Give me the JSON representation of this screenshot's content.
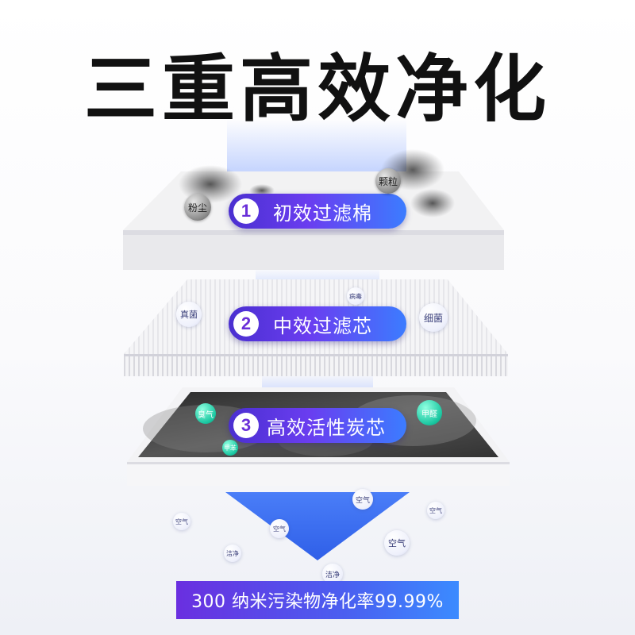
{
  "title": "三重高效净化",
  "layers": [
    {
      "number": "1",
      "label": "初效过滤棉"
    },
    {
      "number": "2",
      "label": "中效过滤芯"
    },
    {
      "number": "3",
      "label": "高效活性炭芯"
    }
  ],
  "particles_layer1": [
    "粉尘",
    "颗粒"
  ],
  "particles_layer2": [
    "真菌",
    "病毒",
    "细菌"
  ],
  "particles_layer3": [
    "臭气",
    "甲醛",
    "甲苯"
  ],
  "clean_air": [
    "空气",
    "空气",
    "空气",
    "空气",
    "空气",
    "洁净",
    "洁净"
  ],
  "banner": "300 纳米污染物净化率99.99%",
  "colors": {
    "accent_purple": "#6a2fe0",
    "accent_blue": "#3b8bff",
    "arrow_blue": "#3a6cf2"
  }
}
